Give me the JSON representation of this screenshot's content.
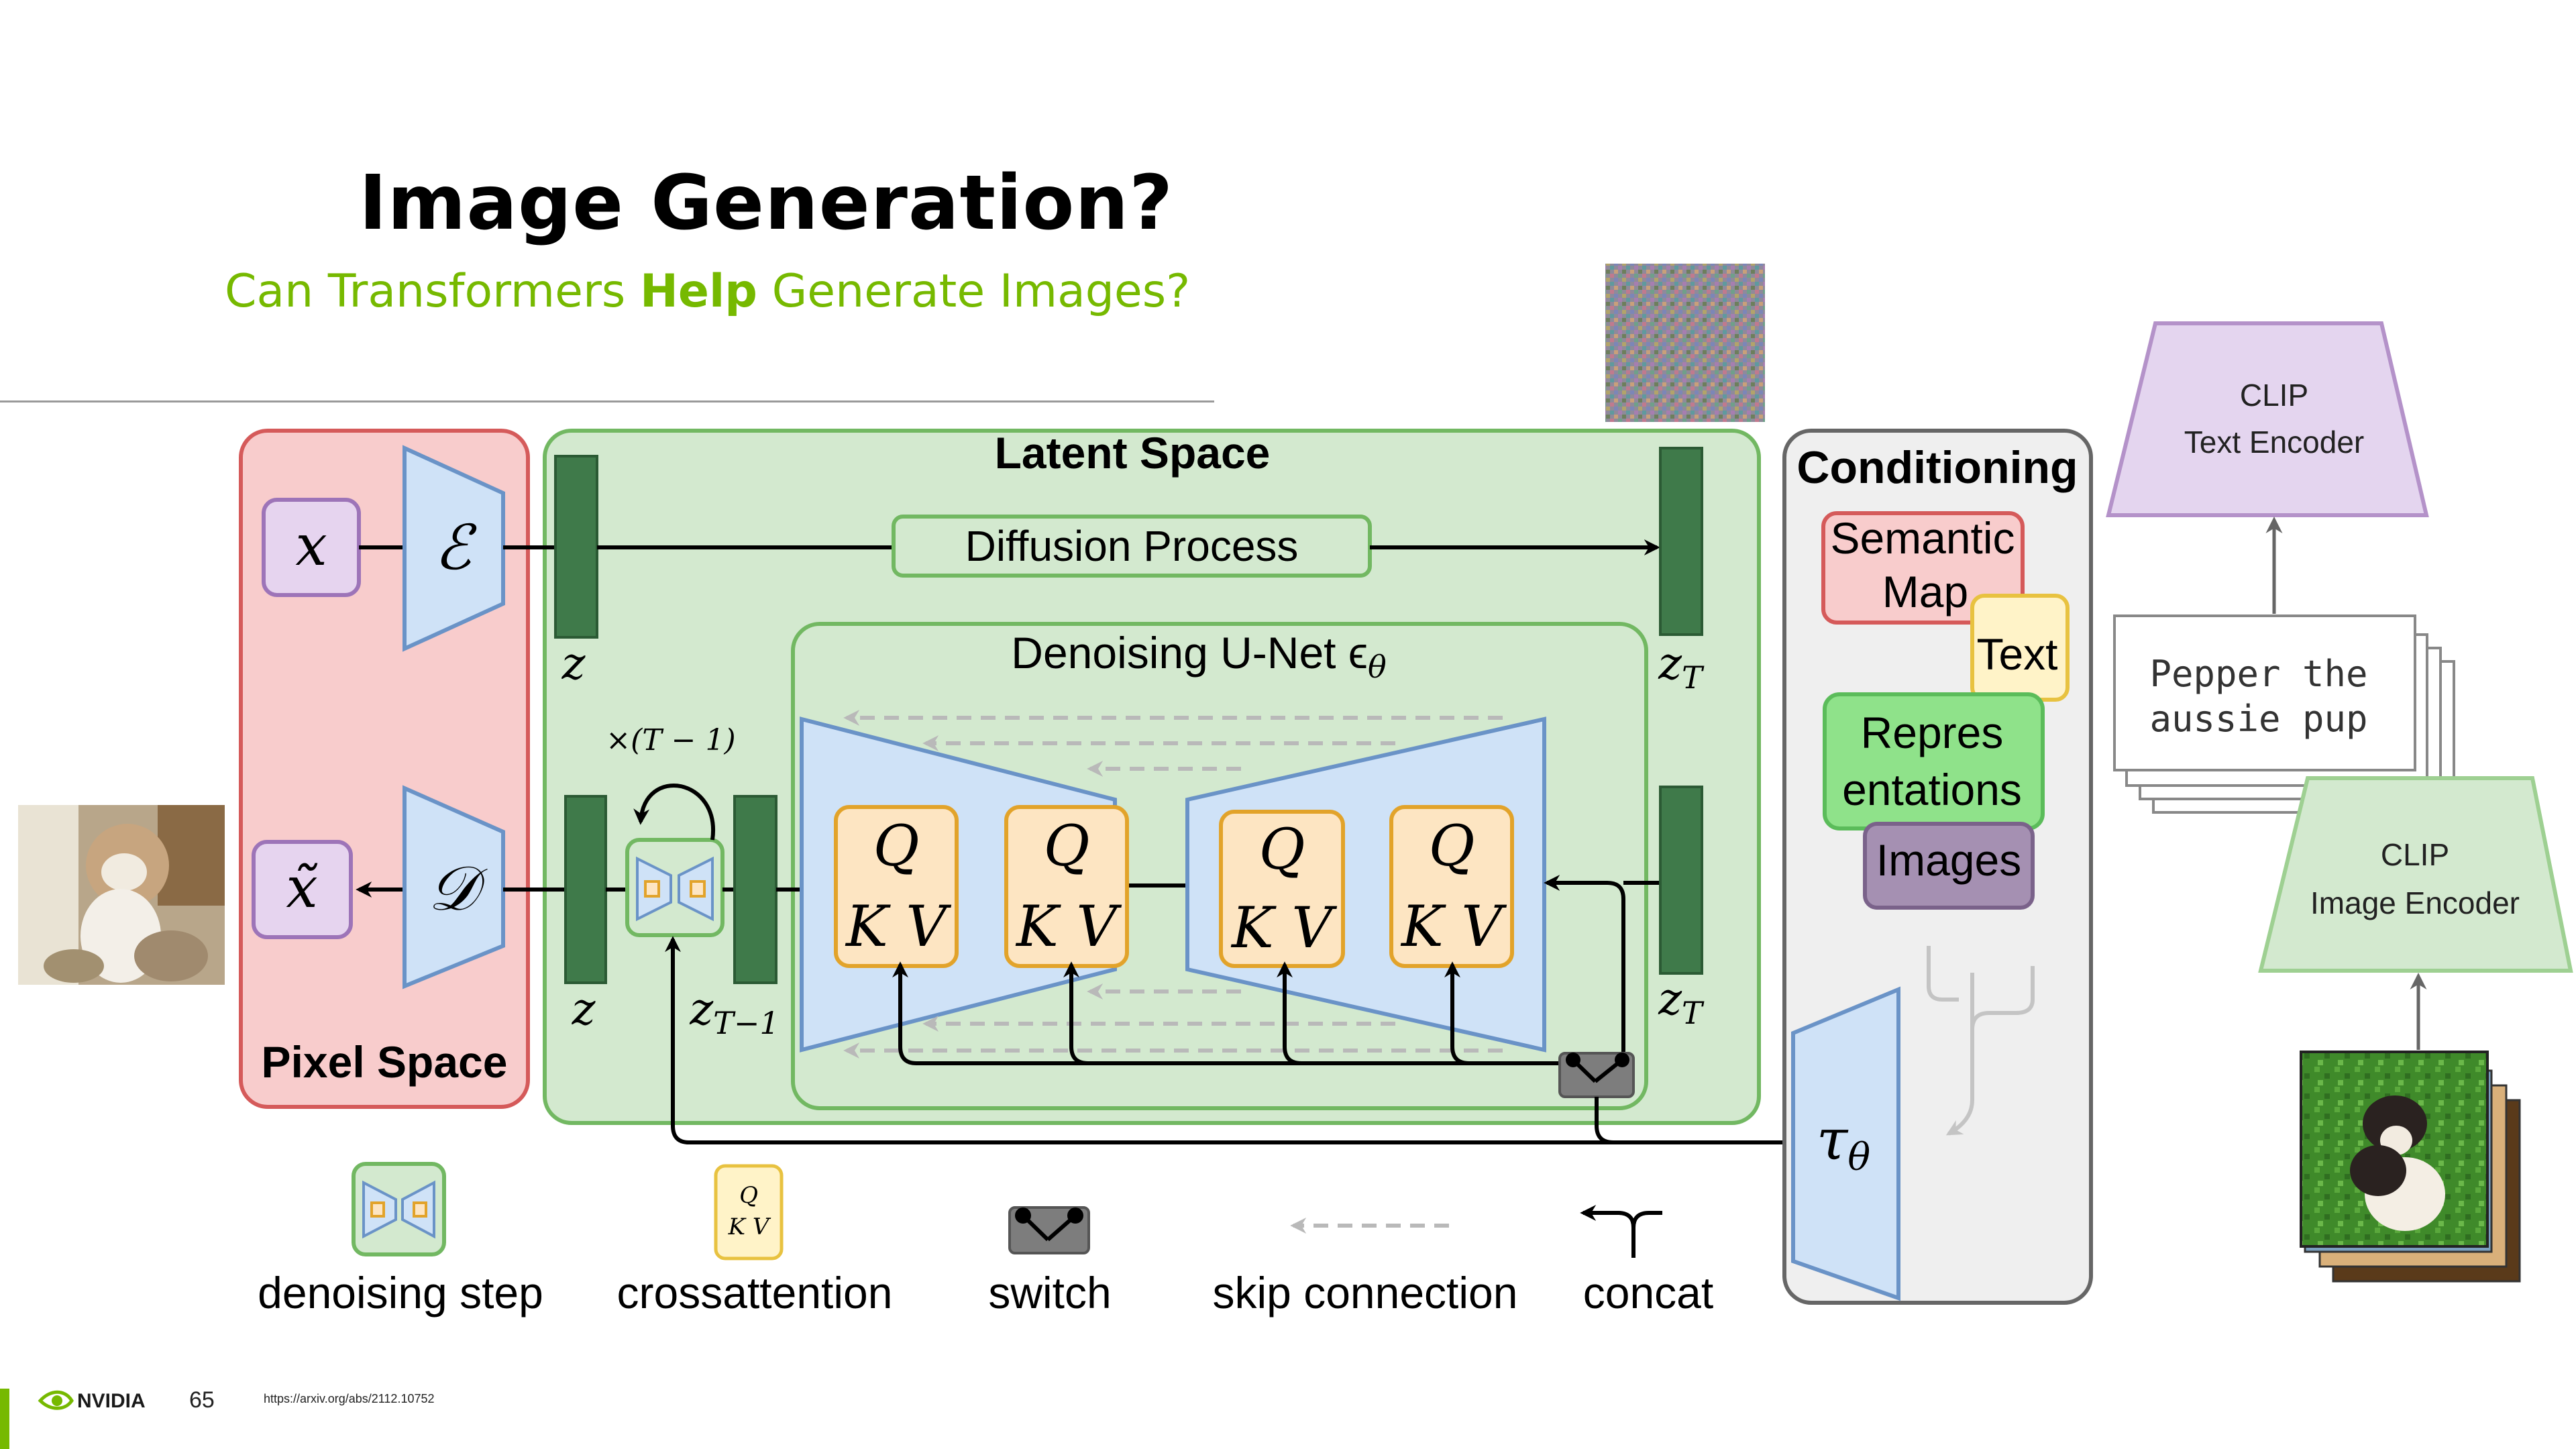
{
  "slide": {
    "title": "Image Generation?",
    "subtitle_before": "Can Transformers ",
    "subtitle_bold": "Help",
    "subtitle_after": " Generate Images?"
  },
  "diagram": {
    "pixel_space": {
      "label": "Pixel Space",
      "input_symbol": "x",
      "output_symbol": "x̃",
      "encoder_symbol": "ℰ",
      "decoder_symbol": "𝒟"
    },
    "latent_space": {
      "label": "Latent Space",
      "diffusion_label": "Diffusion Process",
      "unet_label": "Denoising U-Net ϵ",
      "unet_subscript": "θ",
      "z_top": "z",
      "z_bottom": "z",
      "zT_top": "z",
      "zT_bottom": "z",
      "zT_sub": "T",
      "zT1_main": "z",
      "zT1_sub": "T−1",
      "loop_label": "×(T − 1)",
      "attention_blocks": [
        {
          "q": "Q",
          "kv": "K V"
        },
        {
          "q": "Q",
          "kv": "K V"
        },
        {
          "q": "Q",
          "kv": "K V"
        },
        {
          "q": "Q",
          "kv": "K V"
        }
      ]
    },
    "conditioning": {
      "label": "Conditioning",
      "semantic_map": "Semantic Map",
      "semantic_map_line1": "Semantic",
      "semantic_map_line2": "Map",
      "text": "Text",
      "representations_line1": "Repres",
      "representations_line2": "entations",
      "images": "Images",
      "tau_symbol": "τ",
      "tau_sub": "θ"
    },
    "legend": [
      {
        "label": "denoising step"
      },
      {
        "label": "crossattention",
        "icon_q": "Q",
        "icon_kv": "K V"
      },
      {
        "label": "switch"
      },
      {
        "label": "skip connection"
      },
      {
        "label": "concat"
      }
    ]
  },
  "clip": {
    "text_encoder_line1": "CLIP",
    "text_encoder_line2": "Text Encoder",
    "image_encoder_line1": "CLIP",
    "image_encoder_line2": "Image Encoder",
    "prompt_line1": "Pepper the",
    "prompt_line2": "aussie pup"
  },
  "colors": {
    "pixel_space_fill": "#f8cccc",
    "pixel_space_border": "#d55a5a",
    "latent_fill": "#d3e9cf",
    "latent_border": "#72b862",
    "encoder_fill": "#cfe2f7",
    "encoder_border": "#6a93c7",
    "latent_bar": "#3f7a4a",
    "attention_fill": "#fde5c2",
    "attention_border": "#e2a32a",
    "clip_fill": "#e4d5ef",
    "clip_border": "#b492c9",
    "nvidia_green": "#76b900"
  },
  "footer": {
    "brand": "NVIDIA",
    "page_number": "65",
    "source_url": "https://arxiv.org/abs/2112.10752"
  }
}
